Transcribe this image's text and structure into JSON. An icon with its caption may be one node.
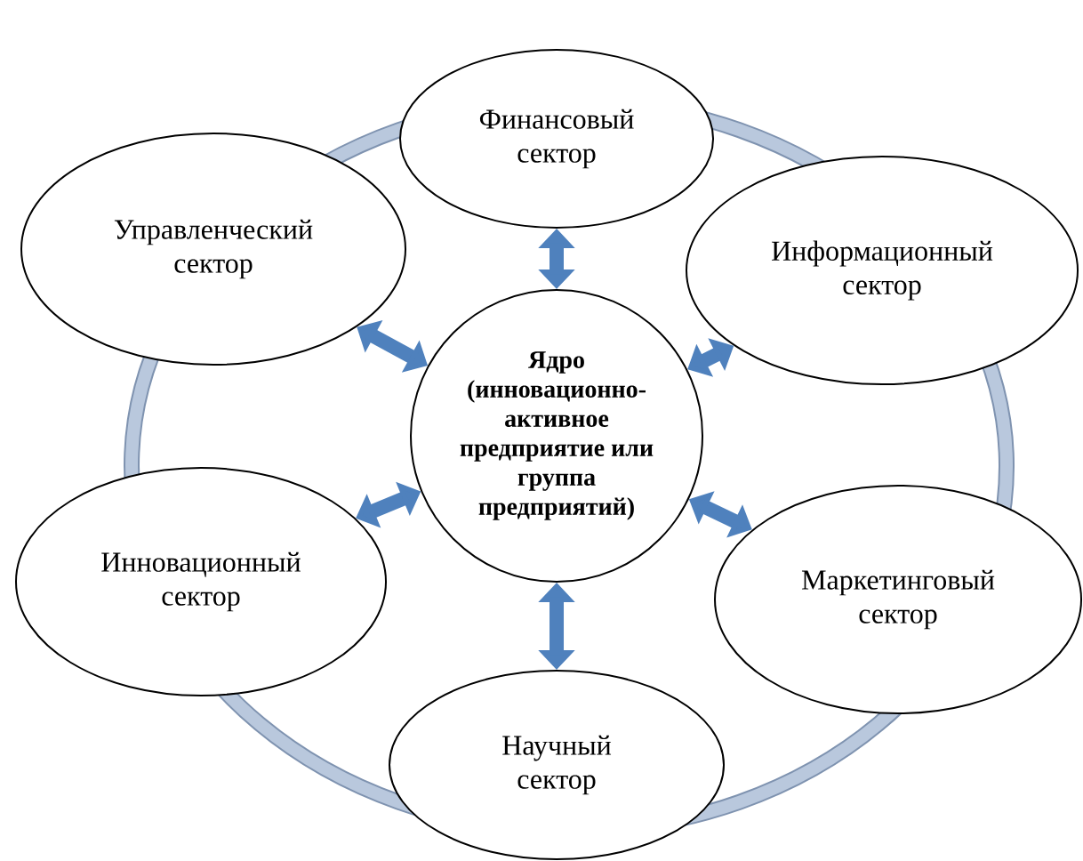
{
  "diagram": {
    "nodes": [
      {
        "text": [
          "Финансовый сектор"
        ]
      },
      {
        "text": [
          "Управленческий сектор"
        ]
      },
      {
        "text": [
          "Информационный сектор"
        ]
      },
      {
        "text": [
          "Ядро (инновационно-активное предприятие или группа предприятий)"
        ]
      },
      {
        "text": [
          "Инновационный сектор"
        ]
      },
      {
        "text": [
          "Маркетинговый сектор"
        ]
      },
      {
        "text": [
          "Научный сектор"
        ]
      }
    ],
    "edges": [
      {
        "from": 3,
        "to": 0,
        "arrow": "both"
      },
      {
        "from": 3,
        "to": 1,
        "arrow": "both"
      },
      {
        "from": 3,
        "to": 2,
        "arrow": "both"
      },
      {
        "from": 3,
        "to": 4,
        "arrow": "both"
      },
      {
        "from": 3,
        "to": 5,
        "arrow": "both"
      },
      {
        "from": 3,
        "to": 6,
        "arrow": "both"
      }
    ]
  }
}
